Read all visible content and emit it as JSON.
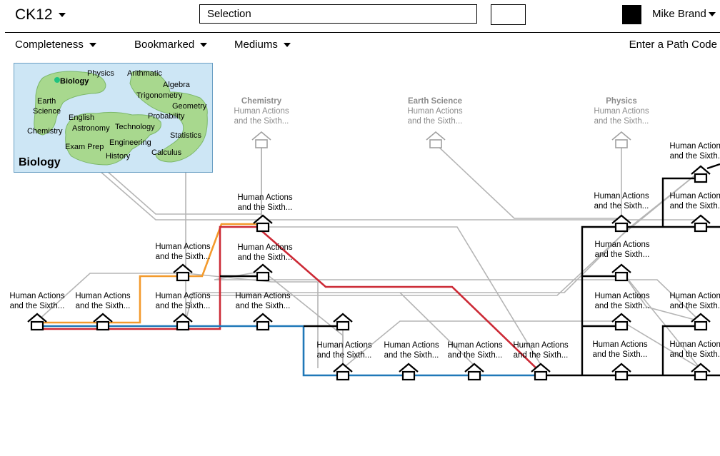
{
  "header": {
    "brand": "CK12",
    "search_value": "Selection",
    "user_name": "Mike Brand"
  },
  "filters": {
    "completeness": "Completeness",
    "bookmarked": "Bookmarked",
    "mediums": "Mediums",
    "path_code": "Enter a Path Code"
  },
  "map": {
    "title": "Biology",
    "labels": [
      "Physics",
      "Arithmatic",
      "Biology",
      "Algebra",
      "Trigonometry",
      "Earth",
      "Science",
      "Geometry",
      "English",
      "Probability",
      "Chemistry",
      "Astronomy",
      "Technology",
      "Statistics",
      "Engineering",
      "Exam Prep",
      "Calculus",
      "History"
    ]
  },
  "subjects": [
    {
      "name": "Chemistry",
      "line1": "Human Actions",
      "line2": "and the Sixth..."
    },
    {
      "name": "Earth Science",
      "line1": "Human Actions",
      "line2": "and the Sixth..."
    },
    {
      "name": "Physics",
      "line1": "Human Actions",
      "line2": "and the Sixth..."
    }
  ],
  "node_label": {
    "line1": "Human Actions",
    "line2": "and the Sixth..."
  },
  "colors": {
    "orange": "#f39a2c",
    "red": "#cc2a36",
    "blue": "#1f78b8",
    "gray": "#b5b5b5",
    "map_bg": "#cde6f5",
    "land": "#a8d88e"
  }
}
